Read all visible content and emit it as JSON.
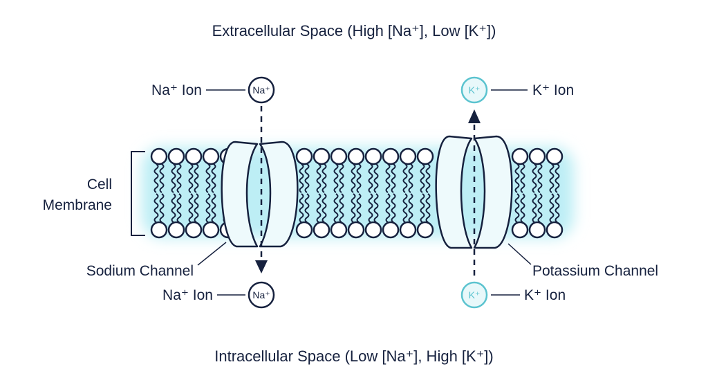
{
  "titles": {
    "extracellular": "Extracellular Space (High [Na⁺], Low [K⁺])",
    "intracellular": "Intracellular Space (Low [Na⁺], High [K⁺])"
  },
  "labels": {
    "na_ion_top": "Na⁺ Ion",
    "na_ion_bottom": "Na⁺ Ion",
    "k_ion_top": "K⁺ Ion",
    "k_ion_bottom": "K⁺ Ion",
    "cell_membrane_line1": "Cell",
    "cell_membrane_line2": "Membrane",
    "sodium_channel": "Sodium Channel",
    "potassium_channel": "Potassium Channel"
  },
  "ions": {
    "na_symbol": "Na⁺",
    "k_symbol": "K⁺"
  },
  "colors": {
    "ink": "#16213e",
    "k_ion": "#5bc3cf",
    "k_ion_fill": "#e8f8fa",
    "membrane_glow": "#bdeef5",
    "channel_fill": "#eefafc"
  }
}
